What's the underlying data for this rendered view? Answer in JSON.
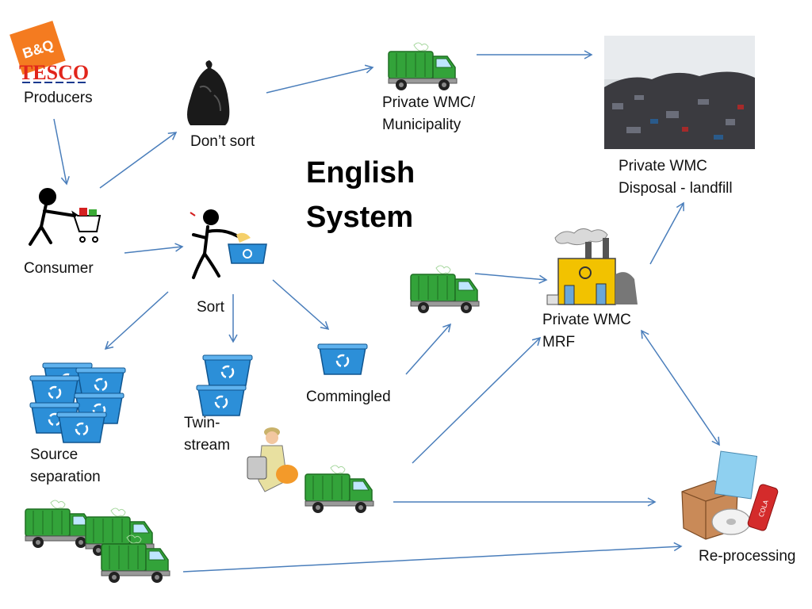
{
  "title": "English\nSystem",
  "title_lines": [
    "English",
    "System"
  ],
  "logos": {
    "bq": "B&Q",
    "tesco": "TESCO"
  },
  "labels": {
    "producers": "Producers",
    "consumer": "Consumer",
    "dont_sort": "Don’t sort",
    "sort": "Sort",
    "private_wmc_municipality_1": "Private WMC/",
    "private_wmc_municipality_2": "Municipality",
    "private_wmc_disposal_1": "Private WMC",
    "private_wmc_disposal_2": "Disposal - landfill",
    "private_wmc_mrf_1": "Private WMC",
    "private_wmc_mrf_2": "MRF",
    "commingled": "Commingled",
    "twin_stream_1": "Twin-",
    "twin_stream_2": "stream",
    "source_separation_1": "Source",
    "source_separation_2": "separation",
    "reprocessing": "Re-processing",
    "cola": "COLA"
  },
  "colors": {
    "arrow": "#4a7ebb",
    "truck": "#33a33a",
    "bin": "#2c8fd8",
    "tesco_red": "#e1251b",
    "tesco_blue": "#1a3a8f",
    "bq_orange": "#f47b20",
    "factory": "#f2c200",
    "landfill_sky": "#d9dde0"
  }
}
